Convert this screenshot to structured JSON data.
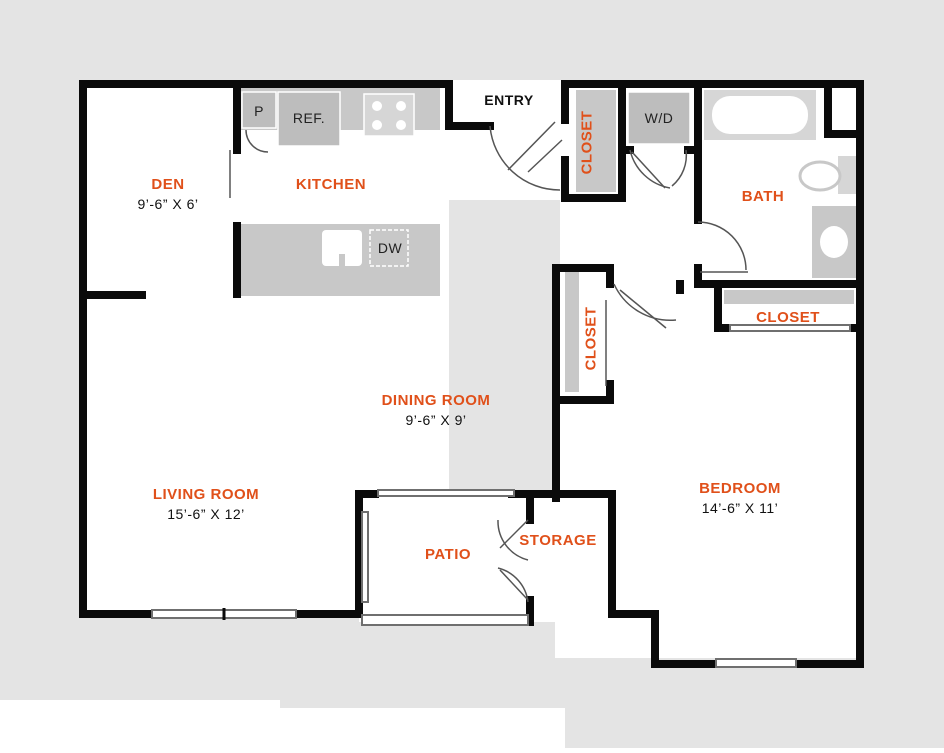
{
  "plan": {
    "colors": {
      "wall": "#0a0a0a",
      "exterior": "#e4e4e4",
      "counter": "#c8c8c8",
      "label": "#e0501a",
      "text": "#111111"
    },
    "rooms": {
      "den": {
        "name": "DEN",
        "dim": "9’-6” X 6’"
      },
      "kitchen": {
        "name": "KITCHEN"
      },
      "entry": {
        "name": "ENTRY"
      },
      "closet_entry": {
        "name": "CLOSET"
      },
      "bath": {
        "name": "BATH"
      },
      "closet_bath": {
        "name": "CLOSET"
      },
      "closet_hall": {
        "name": "CLOSET"
      },
      "dining": {
        "name": "DINING ROOM",
        "dim": "9’-6” X 9’"
      },
      "living": {
        "name": "LIVING ROOM",
        "dim": "15’-6” X 12’"
      },
      "patio": {
        "name": "PATIO"
      },
      "storage": {
        "name": "STORAGE"
      },
      "bedroom": {
        "name": "BEDROOM",
        "dim": "14’-6” X 11’"
      }
    },
    "fixtures": {
      "pantry": "P",
      "refrigerator": "REF.",
      "dishwasher": "DW",
      "washer_dryer": "W/D"
    }
  }
}
